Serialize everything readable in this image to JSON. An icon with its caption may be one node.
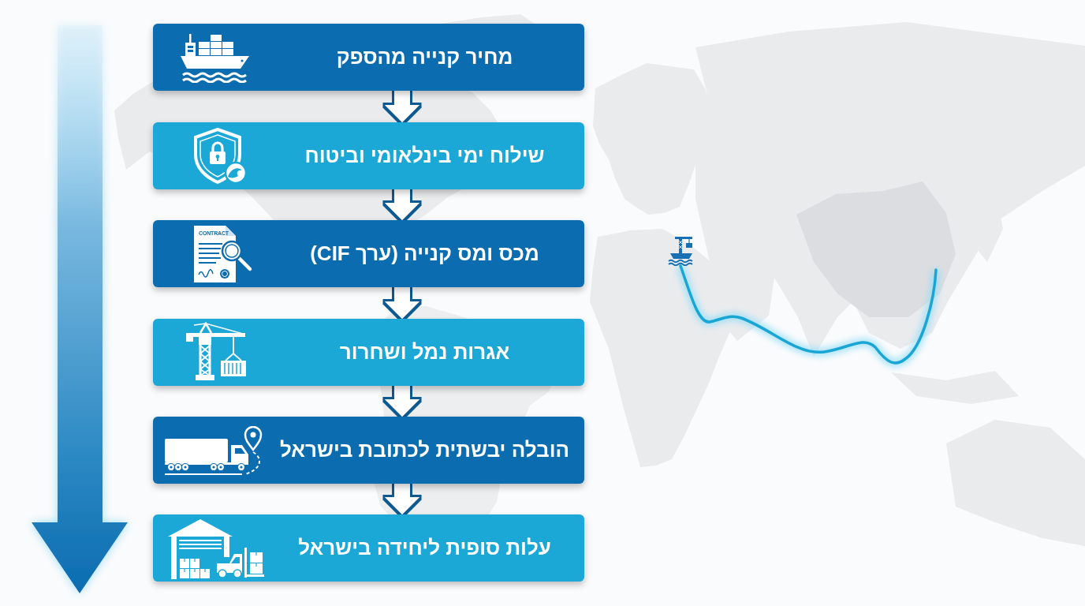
{
  "diagram": {
    "nodes": [
      {
        "text": [
          "מחיר קנייה מהספק"
        ]
      },
      {
        "text": [
          "שילוח ימי בינלאומי וביטוח"
        ]
      },
      {
        "text": [
          "מכס ומס קנייה (ערך CIF)"
        ]
      },
      {
        "text": [
          "אגרות נמל ושחרור"
        ]
      },
      {
        "text": [
          "הובלה יבשתית לכתובת בישראל"
        ]
      },
      {
        "text": [
          "עלות סופית ליחידה בישראל"
        ]
      }
    ],
    "edges": [
      {
        "from": 0,
        "to": 1,
        "arrow": "to"
      },
      {
        "from": 1,
        "to": 2,
        "arrow": "to"
      },
      {
        "from": 2,
        "to": 3,
        "arrow": "to"
      },
      {
        "from": 3,
        "to": 4,
        "arrow": "to"
      },
      {
        "from": 4,
        "to": 5,
        "arrow": "to"
      }
    ],
    "labels": [
      "CONTRACT"
    ]
  }
}
